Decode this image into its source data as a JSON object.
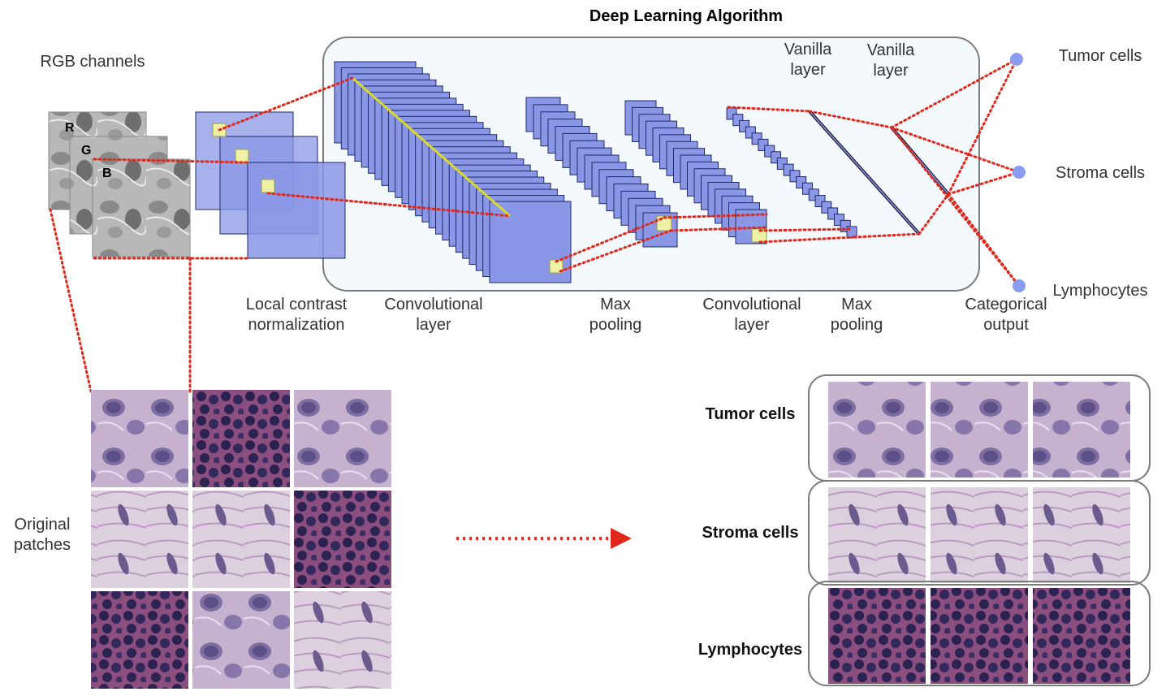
{
  "title": "Deep Learning Algorithm",
  "rgb": {
    "caption": "RGB channels",
    "channels": [
      "R",
      "G",
      "B"
    ]
  },
  "pipeline_labels": {
    "lcn": [
      "Local contrast",
      "normalization"
    ],
    "conv1": [
      "Convolutional",
      "layer"
    ],
    "pool1": [
      "Max",
      "pooling"
    ],
    "conv2": [
      "Convolutional",
      "layer"
    ],
    "pool2": [
      "Max",
      "pooling"
    ],
    "vanilla1": [
      "Vanilla",
      "layer"
    ],
    "vanilla2": [
      "Vanilla",
      "layer"
    ],
    "output": [
      "Categorical",
      "output"
    ]
  },
  "outputs": [
    "Tumor cells",
    "Stroma cells",
    "Lymphocytes"
  ],
  "original_patches": {
    "caption": [
      "Original",
      "patches"
    ],
    "grid": [
      [
        "tumor",
        "lymphocyte",
        "tumor"
      ],
      [
        "stroma",
        "stroma",
        "lymphocyte"
      ],
      [
        "lymphocyte",
        "tumor",
        "stroma"
      ]
    ]
  },
  "classified": [
    {
      "label": "Tumor cells",
      "patches": [
        "tumor",
        "tumor",
        "tumor"
      ]
    },
    {
      "label": "Stroma cells",
      "patches": [
        "stroma",
        "stroma",
        "stroma"
      ]
    },
    {
      "label": "Lymphocytes",
      "patches": [
        "lymphocyte",
        "lymphocyte",
        "lymphocyte"
      ]
    }
  ],
  "colors": {
    "feature_map": "#8a97e6",
    "connection": "#e0281c",
    "kernel": "#eef0a4",
    "output_node": "#8a9cf0",
    "container_bg": "#f3f9fd"
  }
}
